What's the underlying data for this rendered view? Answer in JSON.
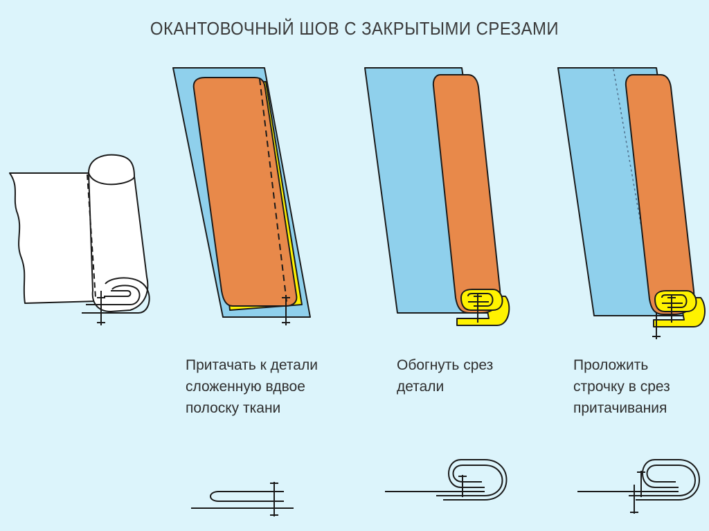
{
  "title": "ОКАНТОВОЧНЫЙ ШОВ С ЗАКРЫТЫМИ СРЕЗАМИ",
  "steps": [
    {
      "lines": [
        "Притачать к детали",
        "сложенную вдвое",
        "полоску ткани"
      ]
    },
    {
      "lines": [
        "Обогнуть срез",
        "детали"
      ]
    },
    {
      "lines": [
        "Проложить",
        "строчку в срез",
        "притачивания"
      ]
    }
  ],
  "colors": {
    "background": "#dcf4fb",
    "fabric_panel": "#8fd0ec",
    "binding_strip": "#e8894a",
    "strip_underside": "#fff200",
    "outline": "#1a1a1a",
    "text": "#2e2e2e"
  }
}
